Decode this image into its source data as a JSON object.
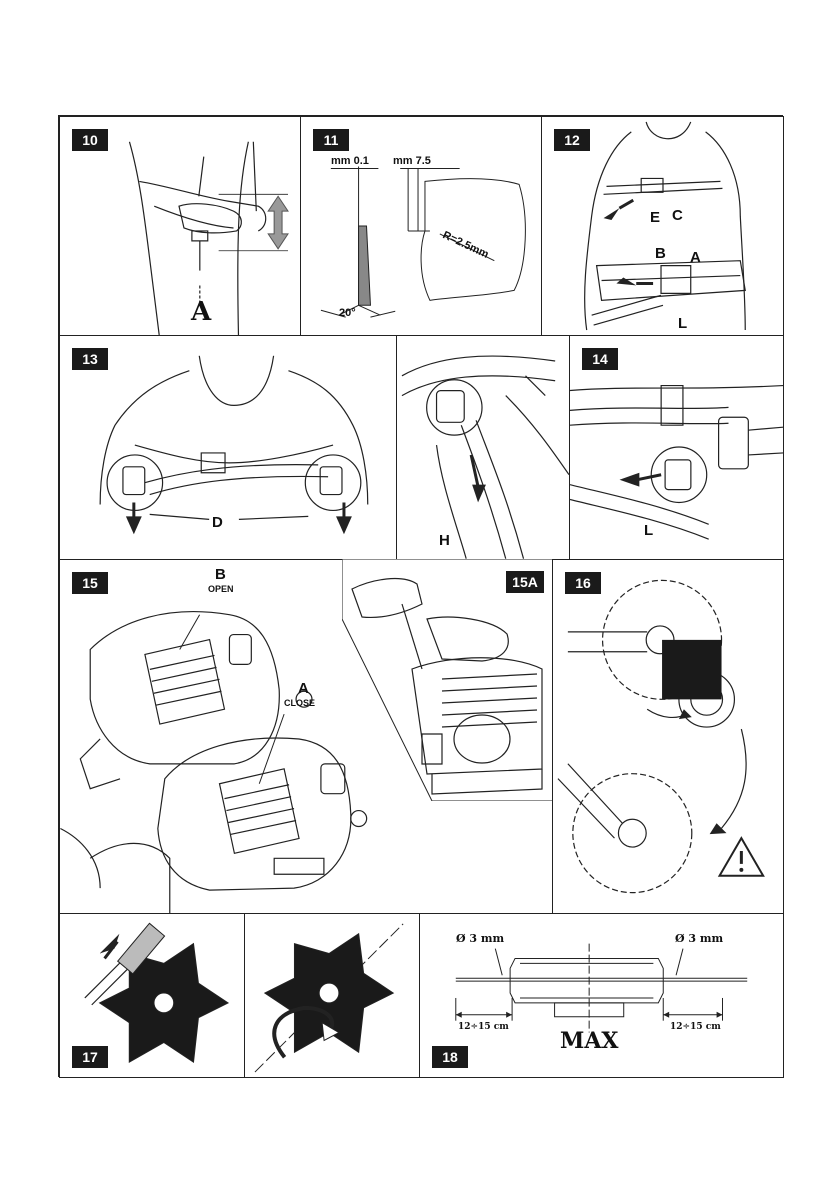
{
  "panels": {
    "p10": {
      "num": "10",
      "label_a": "A"
    },
    "p11": {
      "num": "11",
      "mm_left": "mm 0.1",
      "mm_right": "mm 7.5",
      "radius": "R=2.5mm",
      "angle": "20°"
    },
    "p12": {
      "num": "12",
      "label_e": "E",
      "label_c": "C",
      "label_b": "B",
      "label_a": "A",
      "label_l": "L"
    },
    "p13": {
      "num": "13",
      "label_d": "D"
    },
    "p13b": {
      "label_h": "H"
    },
    "p14": {
      "num": "14",
      "label_l": "L"
    },
    "p15": {
      "num": "15",
      "label_b": "B",
      "open": "OPEN",
      "label_a": "A",
      "close": "CLOSE"
    },
    "p15a": {
      "num": "15A"
    },
    "p16": {
      "num": "16"
    },
    "p17": {
      "num": "17"
    },
    "p18": {
      "num": "18",
      "dia_left": "Ø 3 mm",
      "dia_right": "Ø 3 mm",
      "len_left": "12÷15 cm",
      "len_right": "12÷15 cm",
      "max": "MAX"
    }
  },
  "icons": {
    "warning": "warning-triangle-icon"
  }
}
